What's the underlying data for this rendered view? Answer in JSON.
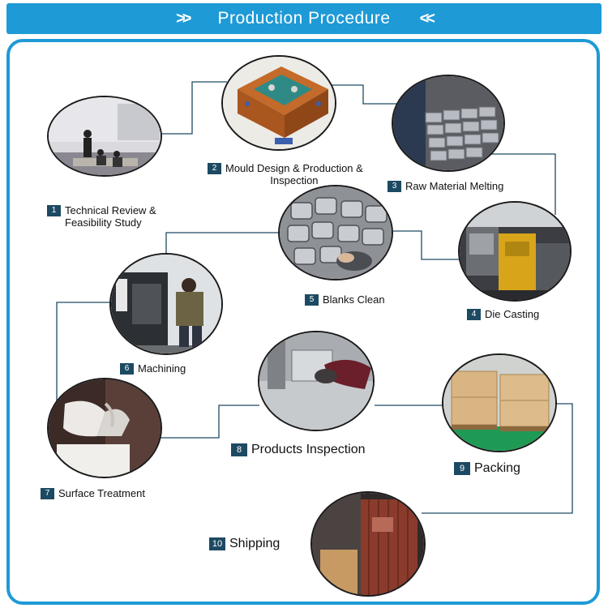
{
  "header": {
    "title": "Production Procedure",
    "left_chevrons": ">>",
    "right_chevrons": "<<"
  },
  "colors": {
    "accent": "#1e9ad6",
    "badge": "#1d4a63",
    "connector": "#1d4a63"
  },
  "steps": [
    {
      "num": "1",
      "label": "Technical Review &\nFeasibility Study",
      "icon": "meeting-room-photo"
    },
    {
      "num": "2",
      "label": "Mould Design & Production &\nInspection",
      "icon": "mould-cad-photo"
    },
    {
      "num": "3",
      "label": "Raw Material Melting",
      "icon": "aluminium-ingots-photo"
    },
    {
      "num": "4",
      "label": "Die Casting",
      "icon": "die-casting-machine-photo"
    },
    {
      "num": "5",
      "label": "Blanks Clean",
      "icon": "cast-blanks-photo"
    },
    {
      "num": "6",
      "label": "Machining",
      "icon": "cnc-machine-photo"
    },
    {
      "num": "7",
      "label": "Surface Treatment",
      "icon": "gloved-hands-photo"
    },
    {
      "num": "8",
      "label": "Products Inspection",
      "icon": "inspection-photo"
    },
    {
      "num": "9",
      "label": "Packing",
      "icon": "wooden-crates-photo"
    },
    {
      "num": "10",
      "label": "Shipping",
      "icon": "shipping-container-photo"
    }
  ]
}
